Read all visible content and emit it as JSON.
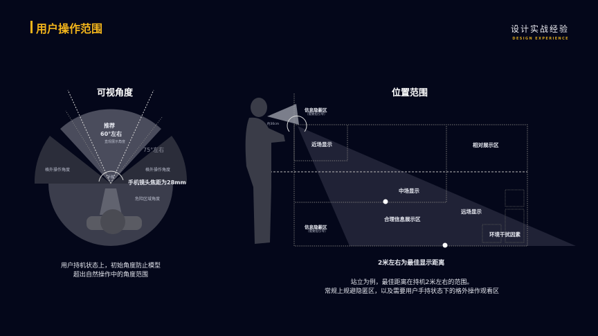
{
  "header": {
    "title": "用户操作范围",
    "brand_cn": "设计实战经验",
    "brand_en": "DESIGN EXPERIENCE",
    "accent": "#f3b51b"
  },
  "left": {
    "title": "可视角度",
    "recommend": "推荐",
    "recommend_angle": "60°左右",
    "recommend_sub": "直观展示角度",
    "angle75": "75°左右",
    "outer_left": "格外操作角度",
    "outer_right": "格外操作角度",
    "rotate": "手腕",
    "focal": "手机镜头焦距为28mm",
    "danger": "危险区域角度",
    "caption1": "用户持机状态上，初始角度防止模型",
    "caption2": "超出自然操作中的角度范围"
  },
  "right": {
    "title": "位置范围",
    "distance_30": "约30cm",
    "hidden_top": "信息隐蔽区",
    "hidden_top_sub": "（需要指引导）",
    "near": "近场显示",
    "relative": "相对展示区",
    "mid": "中场显示",
    "far": "远场显示",
    "reasonable": "合理信息展示区",
    "hidden_bottom": "信息隐蔽区",
    "hidden_bottom_sub": "（需要指引导）",
    "env": "环境干扰因素",
    "best": "2米左右为最佳显示距离",
    "caption1": "站立为例，最佳距离在持机2米左右的范围。",
    "caption2": "常规上规避隐匿区，以及需要用户手持状态下的格外操作观看区"
  }
}
